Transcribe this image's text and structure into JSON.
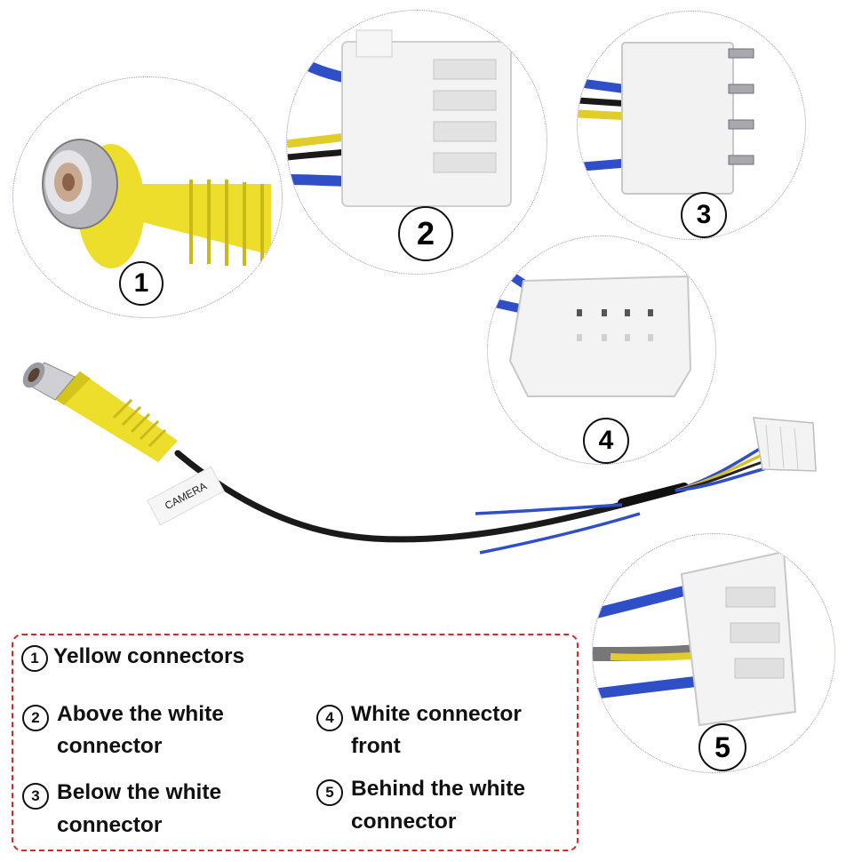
{
  "callout_numbers": [
    "1",
    "2",
    "3",
    "4",
    "5"
  ],
  "cable_label": "CAMERA",
  "legend": {
    "items": [
      {
        "num": "1",
        "text": "Yellow connectors"
      },
      {
        "num": "2",
        "line1": "Above the white",
        "line2": "connector"
      },
      {
        "num": "3",
        "line1": "Below the white",
        "line2": "connector"
      },
      {
        "num": "4",
        "line1": "White connector",
        "line2": "front"
      },
      {
        "num": "5",
        "line1": "Behind the white",
        "line2": "connector"
      }
    ],
    "border_color": "#d9262b"
  },
  "colors": {
    "connector_yellow": "#ecde2a",
    "wire_blue": "#2f4fc8",
    "wire_black": "#1a1a1a",
    "connector_white": "#f3f3f3"
  }
}
